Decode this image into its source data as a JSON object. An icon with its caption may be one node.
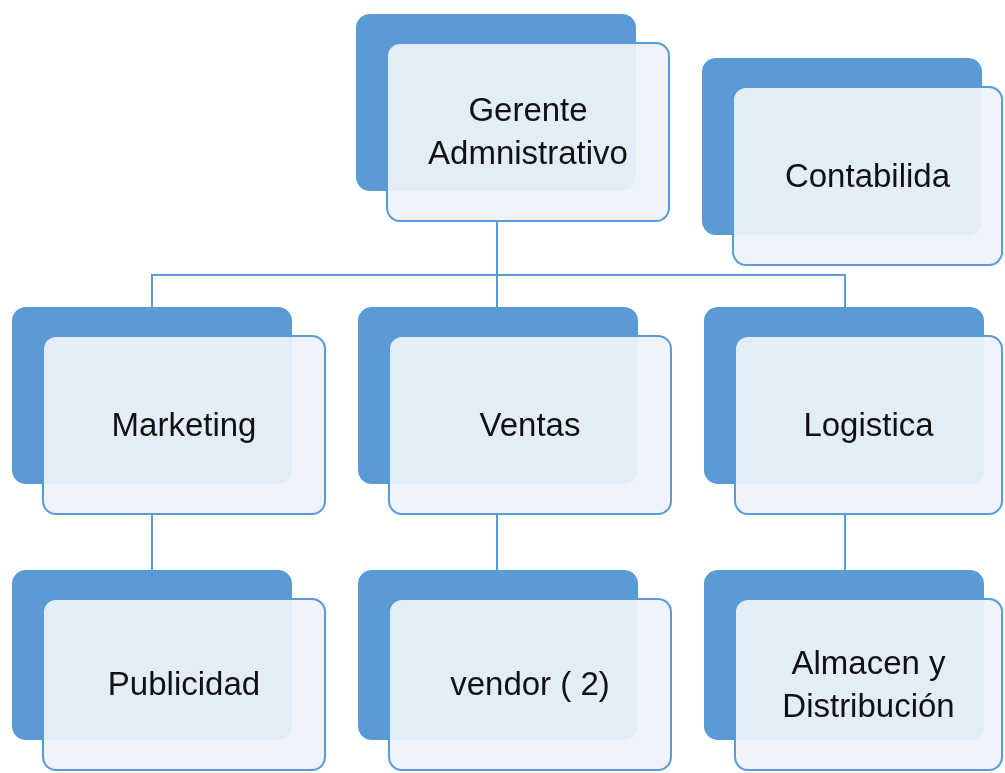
{
  "diagram": {
    "nodes": [
      {
        "text": [
          "Gerente Admnistrativo"
        ]
      },
      {
        "text": [
          "Contabilida"
        ]
      },
      {
        "text": [
          "Marketing"
        ]
      },
      {
        "text": [
          "Ventas"
        ]
      },
      {
        "text": [
          "Logistica"
        ]
      },
      {
        "text": [
          "Publicidad"
        ]
      },
      {
        "text": [
          "vendor ( 2)"
        ]
      },
      {
        "text": [
          "Almacen y Distribución"
        ]
      }
    ],
    "edges": [
      {
        "from": 0,
        "to": 2,
        "arrow": "none"
      },
      {
        "from": 0,
        "to": 3,
        "arrow": "none"
      },
      {
        "from": 0,
        "to": 4,
        "arrow": "none"
      },
      {
        "from": 2,
        "to": 5,
        "arrow": "none"
      },
      {
        "from": 3,
        "to": 6,
        "arrow": "none"
      },
      {
        "from": 4,
        "to": 7,
        "arrow": "none"
      }
    ]
  }
}
